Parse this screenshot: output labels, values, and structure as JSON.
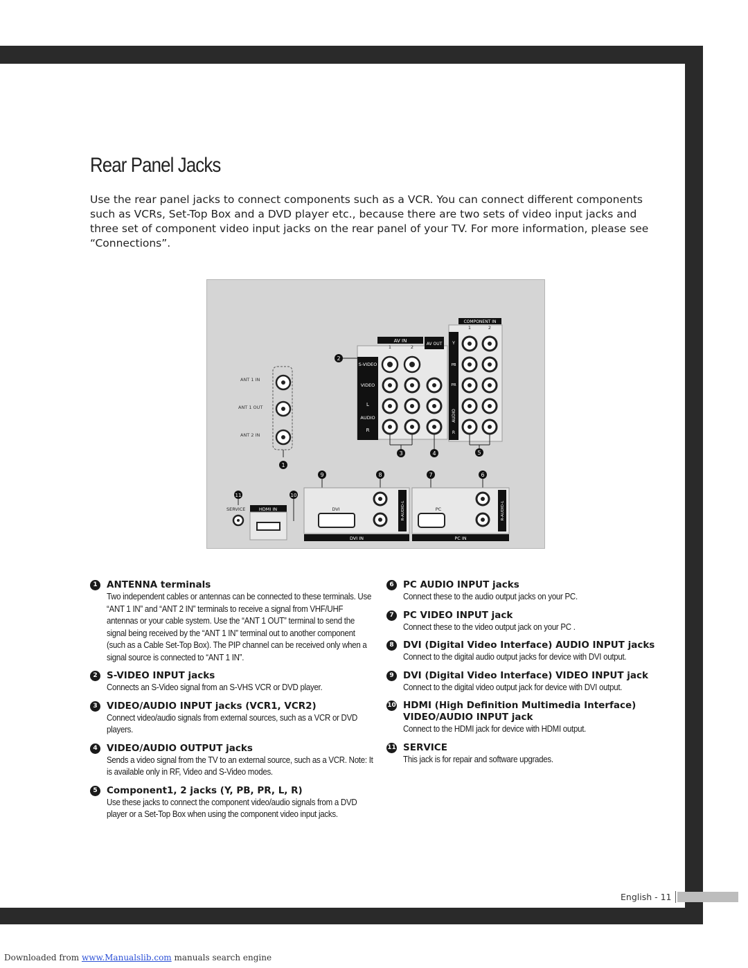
{
  "page": {
    "title": "Rear Panel Jacks",
    "intro": "Use the rear panel jacks to connect components such as a VCR. You can connect different components such as VCRs, Set-Top Box and a DVD player etc., because there are two sets of video input jacks and three set of component video input jacks on the rear panel of your TV. For more information, please see “Connections”."
  },
  "diagram": {
    "labels": {
      "ant1in": "ANT 1 IN",
      "ant1out": "ANT 1 OUT",
      "ant2in": "ANT 2 IN",
      "av_in": "AV IN",
      "av_in_1": "1",
      "av_in_2": "2",
      "av_out": "AV OUT",
      "component_in": "COMPONENT IN",
      "comp_1": "1",
      "comp_2": "2",
      "svideo": "S-VIDEO",
      "video": "VIDEO",
      "audio": "AUDIO",
      "l": "L",
      "r": "R",
      "y": "Y",
      "pb": "PB",
      "pr": "PR",
      "audio_vert": "AUDIO",
      "service": "SERVICE",
      "hdmi_in": "HDMI IN",
      "dvi": "DVI",
      "dvi_in": "DVI IN",
      "pc": "PC",
      "pc_in": "PC IN",
      "r_audio_l": "R-AUDIO-L"
    },
    "callouts": [
      "1",
      "2",
      "3",
      "4",
      "5",
      "6",
      "7",
      "8",
      "9",
      "10",
      "11"
    ]
  },
  "items_left": [
    {
      "num": "1",
      "heading": "ANTENNA terminals",
      "desc": "Two independent cables or antennas can be connected to these terminals. Use “ANT 1 IN” and “ANT 2 IN” terminals to receive a signal from VHF/UHF antennas or your cable system. Use the “ANT 1 OUT” terminal to send the signal being received by the “ANT 1 IN” terminal out to another component (such as a Cable Set-Top Box). The PIP channel can be received only when a signal source is connected to “ANT 1 IN”."
    },
    {
      "num": "2",
      "heading": "S-VIDEO INPUT jacks",
      "desc": "Connects an S-Video signal from an S-VHS VCR or DVD player."
    },
    {
      "num": "3",
      "heading": "VIDEO/AUDIO INPUT jacks (VCR1, VCR2)",
      "desc": "Connect video/audio signals from external sources, such as a VCR or DVD players."
    },
    {
      "num": "4",
      "heading": "VIDEO/AUDIO OUTPUT jacks",
      "desc": "Sends a video signal from the TV to an external source, such as a VCR. Note: It is available only in RF, Video and S-Video modes."
    },
    {
      "num": "5",
      "heading": "Component1, 2 jacks (Y, PB, PR, L, R)",
      "desc": "Use these jacks to connect the component video/audio signals from a DVD player or a Set-Top Box when using the component video input jacks."
    }
  ],
  "items_right": [
    {
      "num": "6",
      "heading": "PC AUDIO INPUT jacks",
      "desc": "Connect these to the audio output jacks on your PC."
    },
    {
      "num": "7",
      "heading": "PC VIDEO INPUT jack",
      "desc": "Connect these to the video output jack on your PC ."
    },
    {
      "num": "8",
      "heading": "DVI (Digital Video Interface) AUDIO INPUT jacks",
      "desc": "Connect to the digital audio output jacks for device with DVI output."
    },
    {
      "num": "9",
      "heading": "DVI (Digital Video Interface) VIDEO INPUT jack",
      "desc": "Connect to the digital video output jack for device with DVI output."
    },
    {
      "num": "10",
      "heading": "HDMI (High Definition Multimedia Interface) VIDEO/AUDIO INPUT jack",
      "desc": "Connect to the HDMI jack for device with HDMI output."
    },
    {
      "num": "11",
      "heading": "SERVICE",
      "desc": "This jack is for repair and software upgrades."
    }
  ],
  "footer": {
    "page_label": "English - 11",
    "download_prefix": "Downloaded from ",
    "download_link": "www.Manualslib.com",
    "download_suffix": " manuals search engine"
  }
}
